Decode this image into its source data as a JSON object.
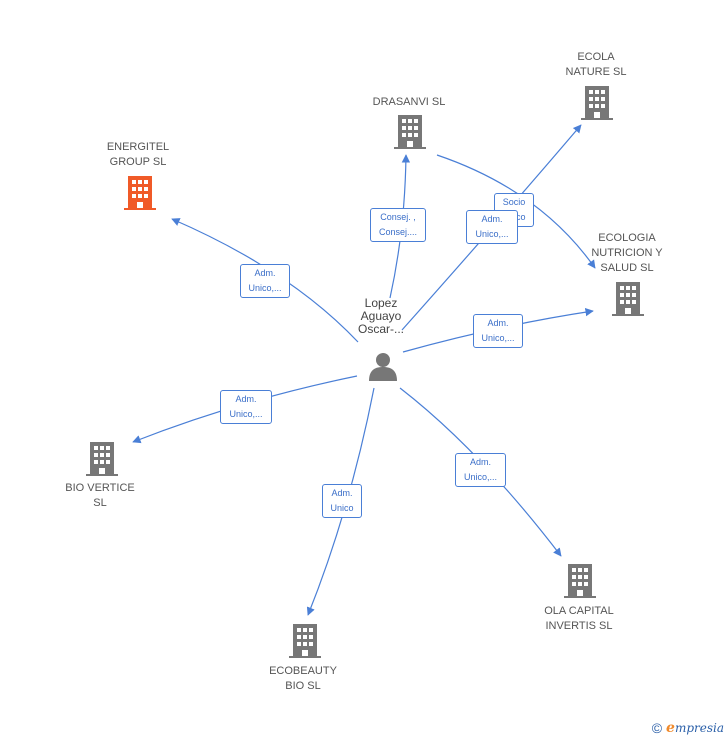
{
  "colors": {
    "edge": "#4a7fd6",
    "building": "#777777",
    "highlight": "#f05a28",
    "person": "#777777"
  },
  "center": {
    "label": "Lopez\nAguayo\nOscar-...",
    "icon": "person-icon"
  },
  "nodes": [
    {
      "id": "energitel",
      "label": "ENERGITEL\nGROUP  SL",
      "highlight": true
    },
    {
      "id": "drasanvi",
      "label": "DRASANVI SL",
      "highlight": false
    },
    {
      "id": "ecola",
      "label": "ECOLA\nNATURE  SL",
      "highlight": false
    },
    {
      "id": "ecologia",
      "label": "ECOLOGIA\nNUTRICION Y\nSALUD SL",
      "highlight": false
    },
    {
      "id": "biovertice",
      "label": "BIO VERTICE\nSL",
      "highlight": false
    },
    {
      "id": "ecobeauty",
      "label": "ECOBEAUTY\nBIO  SL",
      "highlight": false
    },
    {
      "id": "olacapital",
      "label": "OLA CAPITAL\nINVERTIS  SL",
      "highlight": false
    }
  ],
  "relations": [
    {
      "to": "energitel",
      "label": "Adm.\nUnico,..."
    },
    {
      "to": "drasanvi",
      "label": "Consej. ,\nConsej...."
    },
    {
      "to": "ecola",
      "label": "Adm.\nUnico,..."
    },
    {
      "from": "drasanvi",
      "to": "ecologia",
      "label": "Socio\nUnico"
    },
    {
      "to": "ecologia",
      "label": "Adm.\nUnico,..."
    },
    {
      "to": "biovertice",
      "label": "Adm.\nUnico,..."
    },
    {
      "to": "ecobeauty",
      "label": "Adm.\nUnico"
    },
    {
      "to": "olacapital",
      "label": "Adm.\nUnico,..."
    }
  ],
  "footer": {
    "copyright": "©",
    "brand_initial": "e",
    "brand_rest": "mpresia"
  }
}
